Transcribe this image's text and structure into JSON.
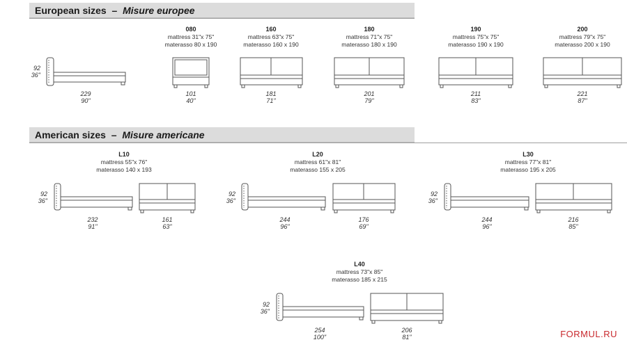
{
  "european": {
    "title": "European sizes",
    "title_sep": "–",
    "title_it": "Misure europee",
    "height": {
      "cm": "92",
      "in": "36\""
    },
    "side": {
      "length_cm": "229",
      "length_in": "90\""
    },
    "models": [
      {
        "code": "080",
        "mattress": "mattress 31\"x 75\"",
        "materasso": "materasso 80 x 190",
        "w_cm": "101",
        "w_in": "40\""
      },
      {
        "code": "160",
        "mattress": "mattress 63\"x 75\"",
        "materasso": "materasso 160 x 190",
        "w_cm": "181",
        "w_in": "71\""
      },
      {
        "code": "180",
        "mattress": "mattress 71\"x 75\"",
        "materasso": "materasso 180 x 190",
        "w_cm": "201",
        "w_in": "79\""
      },
      {
        "code": "190",
        "mattress": "mattress 75\"x 75\"",
        "materasso": "materasso 190 x 190",
        "w_cm": "211",
        "w_in": "83\""
      },
      {
        "code": "200",
        "mattress": "mattress 79\"x 75\"",
        "materasso": "materasso 200 x 190",
        "w_cm": "221",
        "w_in": "87\""
      }
    ]
  },
  "american": {
    "title": "American sizes",
    "title_sep": "–",
    "title_it": "Misure americane",
    "models": [
      {
        "code": "L10",
        "mattress": "mattress 55\"x 76\"",
        "materasso": "materasso 140 x 193",
        "h_cm": "92",
        "h_in": "36\"",
        "len_cm": "232",
        "len_in": "91\"",
        "w_cm": "161",
        "w_in": "63\""
      },
      {
        "code": "L20",
        "mattress": "mattress 61\"x 81\"",
        "materasso": "materasso 155 x 205",
        "h_cm": "92",
        "h_in": "36\"",
        "len_cm": "244",
        "len_in": "96\"",
        "w_cm": "176",
        "w_in": "69\""
      },
      {
        "code": "L30",
        "mattress": "mattress 77\"x 81\"",
        "materasso": "materasso 195 x 205",
        "h_cm": "92",
        "h_in": "36\"",
        "len_cm": "244",
        "len_in": "96\"",
        "w_cm": "216",
        "w_in": "85\""
      },
      {
        "code": "L40",
        "mattress": "mattress 73\"x 85\"",
        "materasso": "materasso 185 x 215",
        "h_cm": "92",
        "h_in": "36\"",
        "len_cm": "254",
        "len_in": "100\"",
        "w_cm": "206",
        "w_in": "81\""
      }
    ]
  },
  "watermark": "FORMUL.RU",
  "colors": {
    "line": "#555555",
    "bar": "#dcdcdc",
    "watermark": "#c8282d"
  }
}
